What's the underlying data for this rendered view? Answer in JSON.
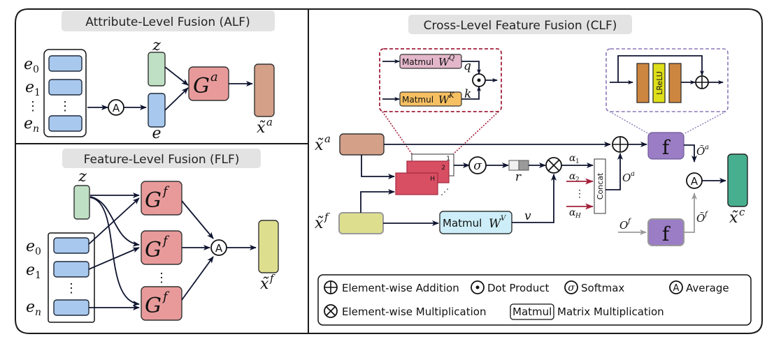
{
  "panels": {
    "alf": {
      "title": "Attribute-Level Fusion (ALF)",
      "inputs": [
        "e0",
        "e1",
        "⋮",
        "en"
      ],
      "input_labels": {
        "e0_base": "e",
        "e0_sub": "0",
        "e1_sub": "1",
        "en_sub": "n"
      },
      "avg_label": "A",
      "z_label": "z",
      "e_label": "e",
      "gate_base": "G",
      "gate_sup": "a",
      "output_base": "x̃",
      "output_sup": "a"
    },
    "flf": {
      "title": "Feature-Level Fusion (FLF)",
      "z_label": "z",
      "input_subs": [
        "0",
        "1",
        "n"
      ],
      "input_base": "e",
      "gate_base": "G",
      "gate_sup": "f",
      "avg_label": "A",
      "output_base": "x̃",
      "output_sup": "f",
      "vdots": "⋮"
    },
    "clf": {
      "title": "Cross-Level Feature Fusion (CLF)",
      "xa_base": "x̃",
      "xa_sup": "a",
      "xf_base": "x̃",
      "xf_sup": "f",
      "attention": {
        "matmul_q": "Matmul",
        "wq_base": "W",
        "wq_sup": "Q",
        "q_label": "q",
        "matmul_k": "Matmul",
        "wk_base": "W",
        "wk_sup": "K",
        "k_label": "k"
      },
      "heads": [
        "1",
        "2",
        "H"
      ],
      "head_ellipsis": "⋰",
      "softmax_label": "σ",
      "r_label": "r",
      "matmul_v": "Matmul",
      "wv_base": "W",
      "wv_sup": "V",
      "v_label": "v",
      "alphas": [
        {
          "base": "α",
          "sub": "1"
        },
        {
          "base": "α",
          "sub": "2"
        },
        {
          "base": "α",
          "sub": "H"
        }
      ],
      "alpha_vdots": "⋮",
      "concat_label": "Concat",
      "oa_base": "O",
      "oa_sup": "a",
      "of_base": "O",
      "of_sup": "f",
      "f_label": "f",
      "lrelu_label": "LReLU",
      "oa_tilde_base": "Õ",
      "oa_tilde_sup": "a",
      "of_tilde_base": "Õ",
      "of_tilde_sup": "f",
      "avg_label": "A",
      "xc_base": "x̃",
      "xc_sup": "c"
    }
  },
  "legend": {
    "items": [
      {
        "symbol": "element-wise-addition",
        "label": "Element-wise Addition"
      },
      {
        "symbol": "dot-product",
        "label": "Dot Product"
      },
      {
        "symbol": "softmax",
        "glyph": "σ",
        "label": "Softmax"
      },
      {
        "symbol": "average",
        "glyph": "A",
        "label": "Average"
      },
      {
        "symbol": "element-wise-multiplication",
        "label": "Element-wise Multiplication"
      },
      {
        "symbol": "matmul",
        "glyph": "Matmul",
        "label": "Matrix Multiplication"
      }
    ]
  },
  "colors": {
    "embedding": "#a9c8ee",
    "gate": "#e89a9a",
    "z": "#bfe0c4",
    "x_attr": "#d4a088",
    "x_feat": "#dede8f",
    "x_cross": "#47ae8e",
    "f_block": "#9b7dc6",
    "attention_head": "#d84e62",
    "matmul_q": "#e3b7c9",
    "matmul_k": "#f6bf62",
    "matmul_v": "#cdeef8",
    "attention_zoom_border": "#a3203a",
    "f_zoom_border": "#8b78b8",
    "lrelu": "#dede1a",
    "linear_layer": "#cc8640"
  }
}
